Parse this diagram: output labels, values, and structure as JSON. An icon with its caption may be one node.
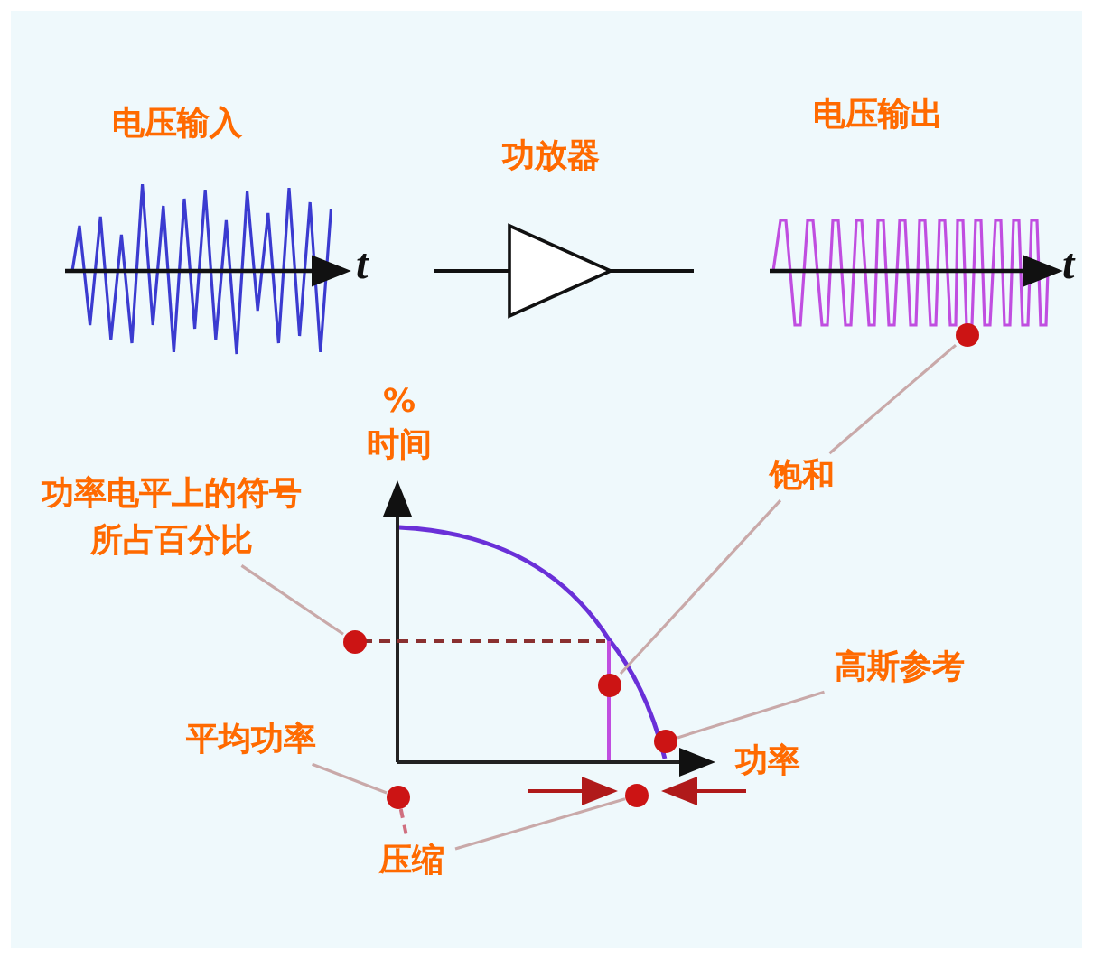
{
  "diagram": {
    "nodes": [
      {
        "text": [
          "饱和"
        ]
      },
      {
        "text": [],
        "shape": "circle"
      },
      {
        "text": [],
        "shape": "circle"
      },
      {
        "text": [
          "功率电平上的符号所占百分比"
        ]
      },
      {
        "text": [],
        "shape": "circle"
      },
      {
        "text": [
          "高斯参考"
        ]
      },
      {
        "text": [],
        "shape": "circle"
      },
      {
        "text": [
          "平均功率"
        ]
      },
      {
        "text": [],
        "shape": "circle"
      },
      {
        "text": [
          "压缩"
        ]
      },
      {
        "text": [],
        "shape": "circle"
      }
    ],
    "edges": [
      {
        "from": 0,
        "to": 1,
        "arrow": "none"
      },
      {
        "from": 0,
        "to": 2,
        "arrow": "none"
      },
      {
        "from": 3,
        "to": 4,
        "arrow": "none"
      },
      {
        "from": 5,
        "to": 6,
        "arrow": "none"
      },
      {
        "from": 7,
        "to": 8,
        "arrow": "none"
      },
      {
        "from": 9,
        "to": 10,
        "arrow": "none"
      },
      {
        "from": 8,
        "to": 9,
        "arrow": "none",
        "style": "dashed",
        "color": "#d07080"
      }
    ],
    "labels": [
      "电压输入",
      "功放器",
      "电压输出",
      "t",
      "t",
      "%",
      "时间",
      "功率"
    ]
  }
}
